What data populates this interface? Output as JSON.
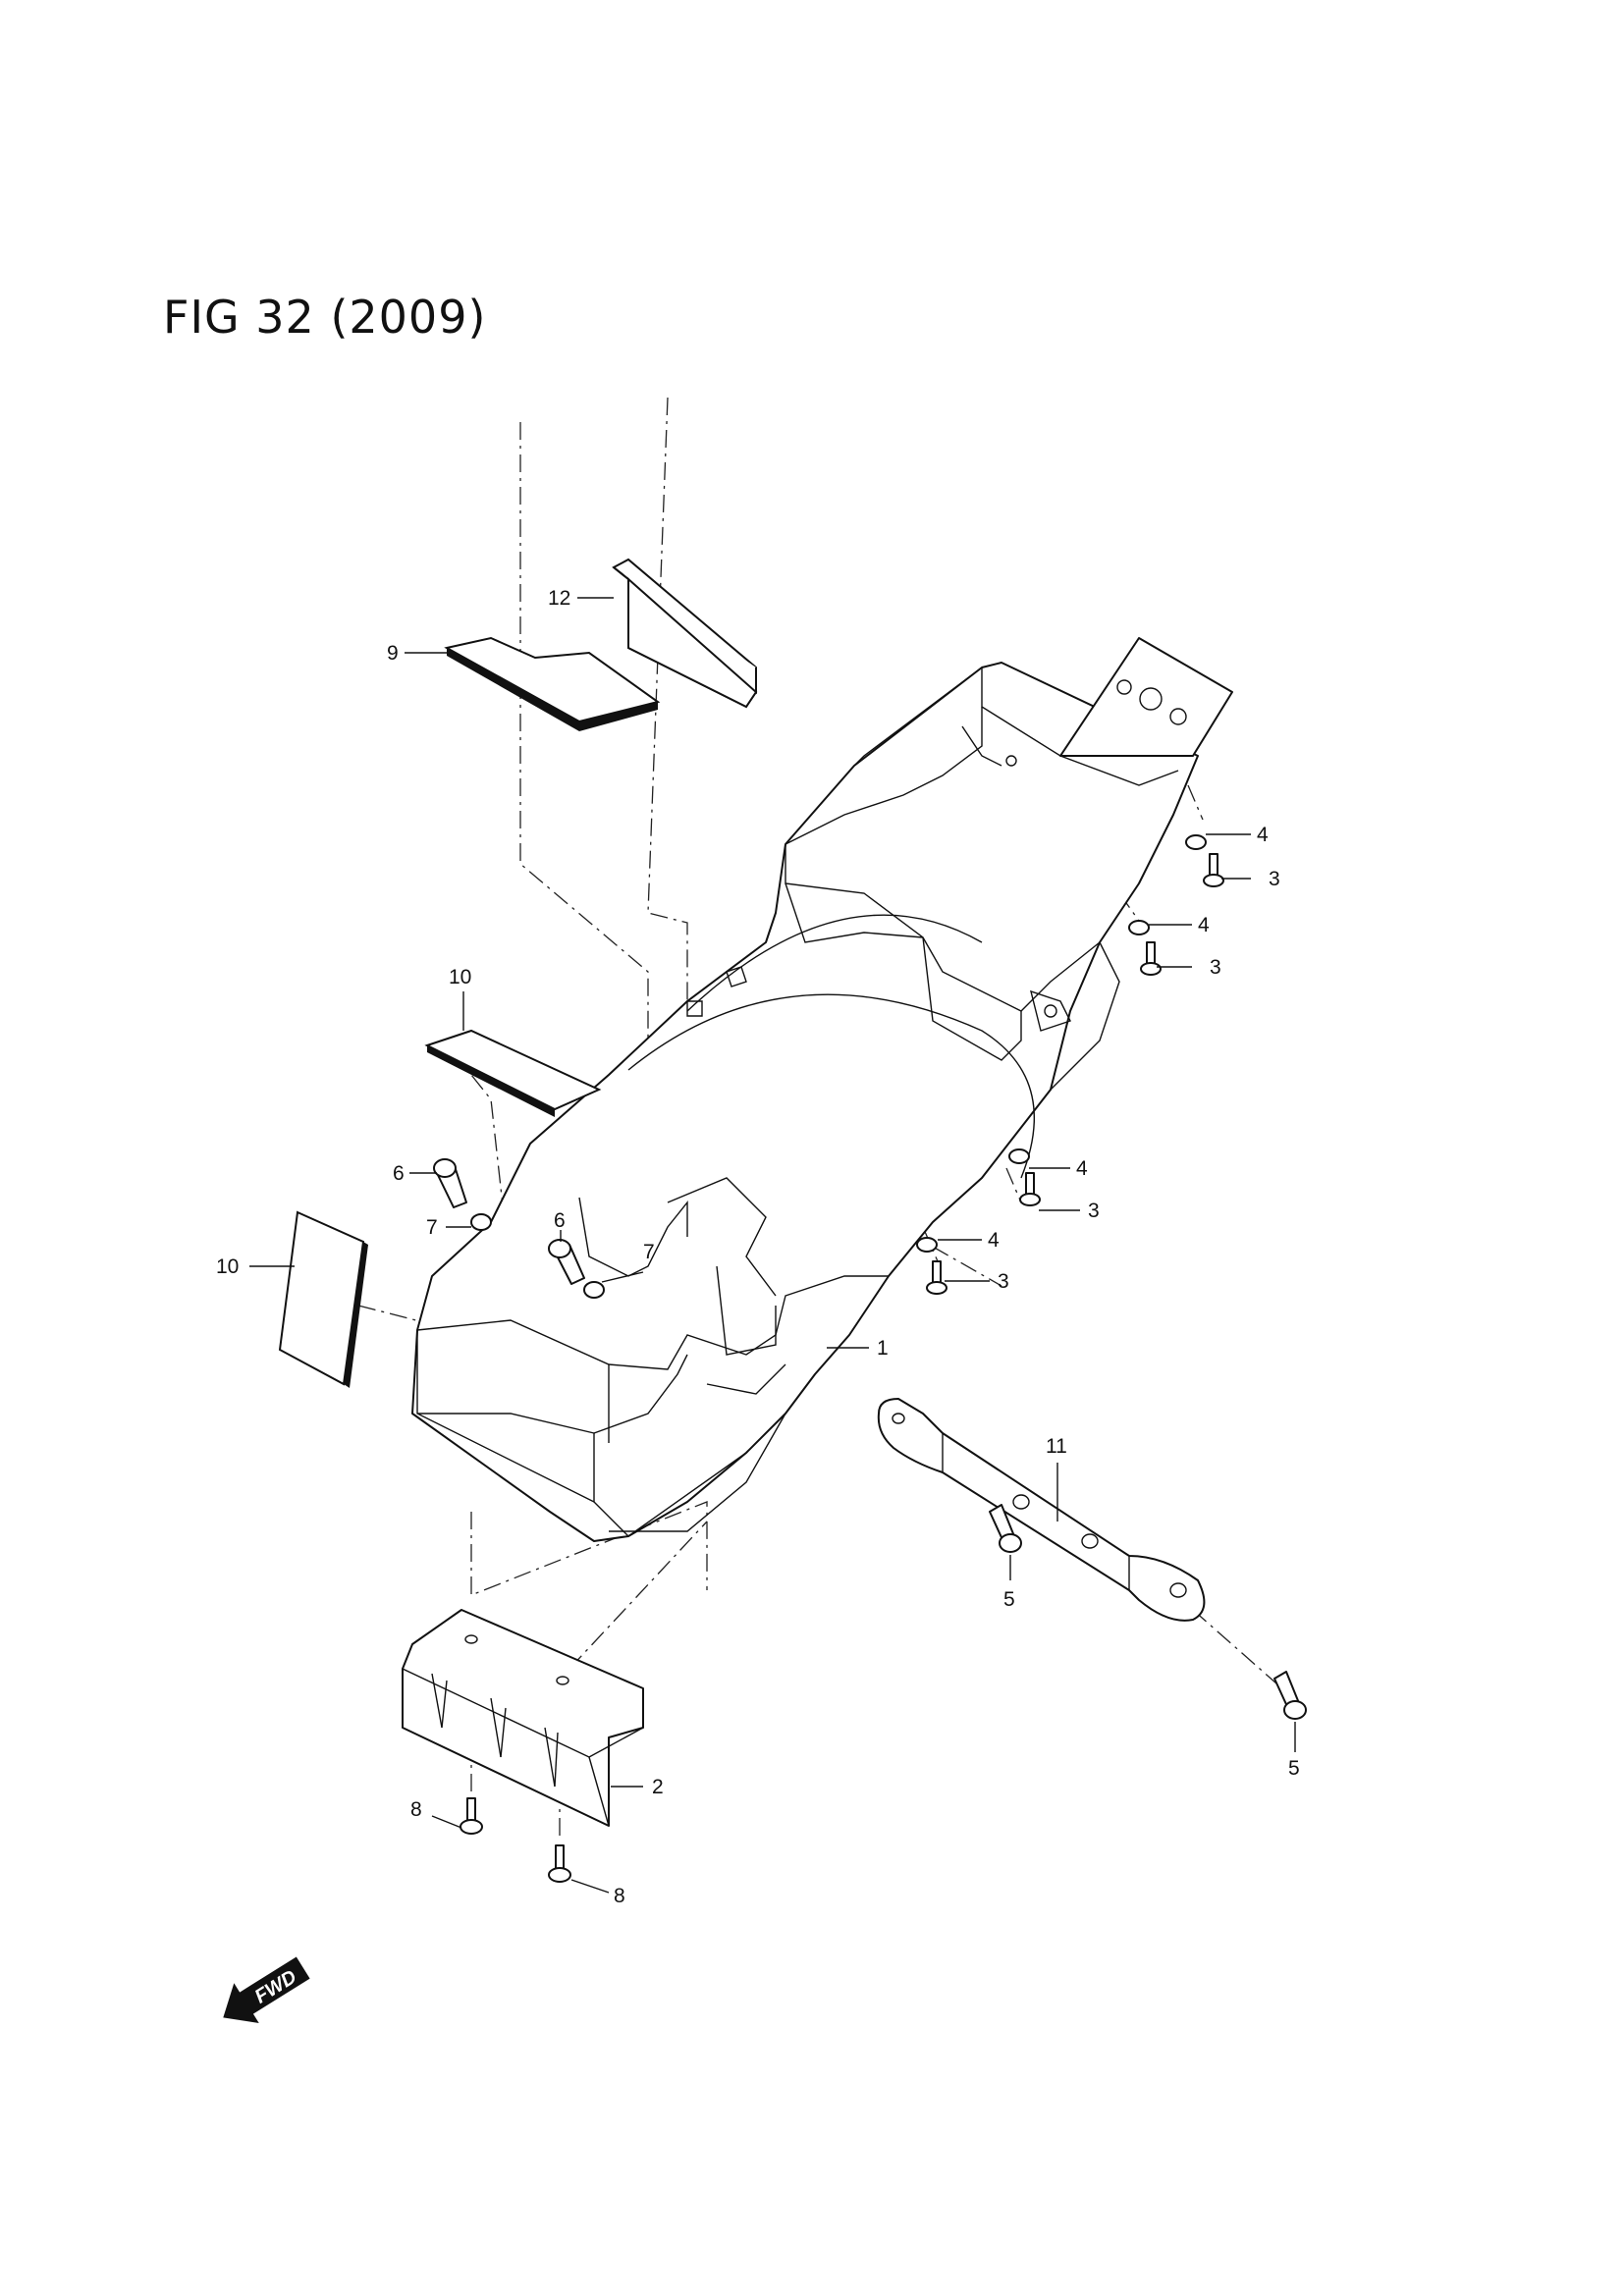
{
  "title": "FIG 32 (2009)",
  "callouts": {
    "c1": "1",
    "c2": "2",
    "c3a": "3",
    "c3b": "3",
    "c3c": "3",
    "c3d": "3",
    "c4a": "4",
    "c4b": "4",
    "c4c": "4",
    "c4d": "4",
    "c5a": "5",
    "c5b": "5",
    "c6a": "6",
    "c6b": "6",
    "c7a": "7",
    "c7b": "7",
    "c8a": "8",
    "c8b": "8",
    "c9": "9",
    "c10a": "10",
    "c10b": "10",
    "c11": "11",
    "c12": "12"
  },
  "fwd_arrow": {
    "label": "FWD",
    "icon": "fwd-arrow-icon"
  }
}
